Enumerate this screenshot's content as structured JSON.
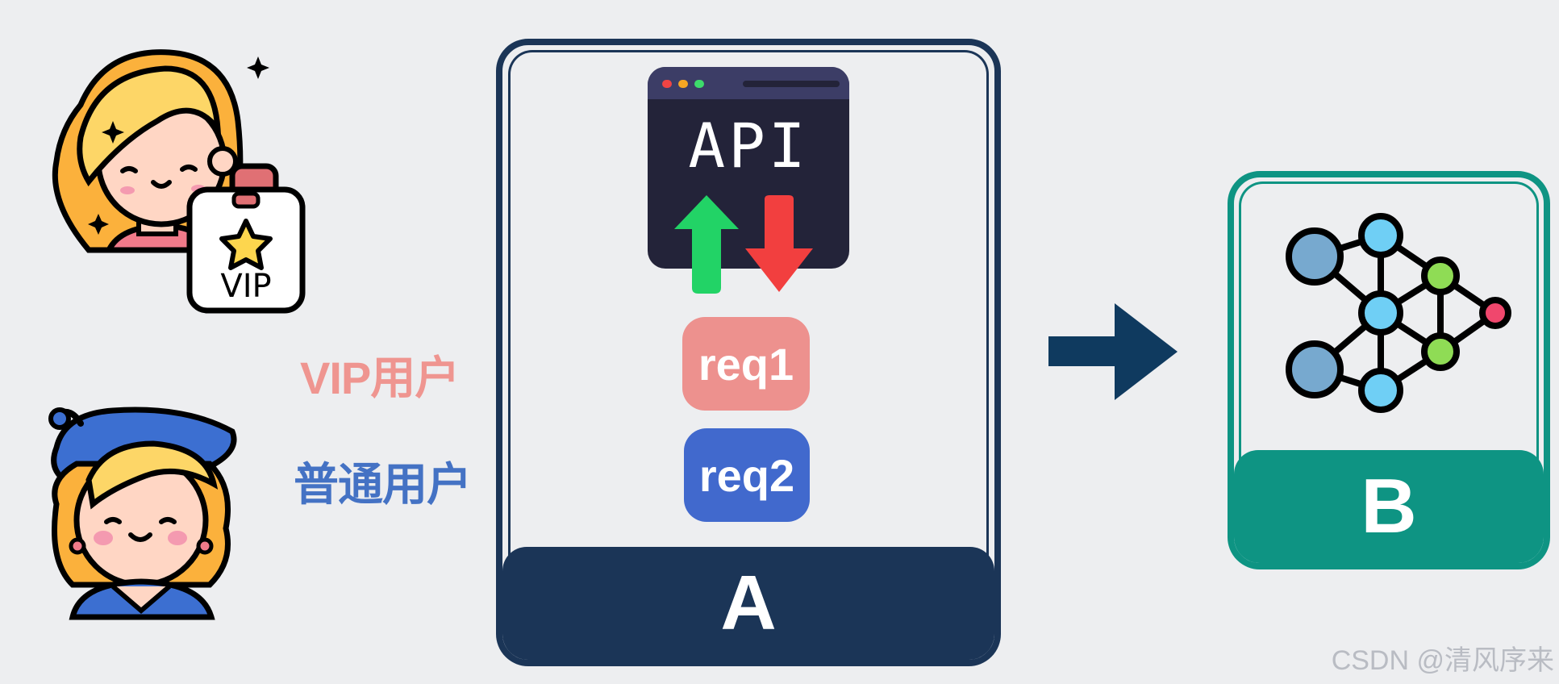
{
  "users": {
    "vip": {
      "label": "VIP用户",
      "color": "#ef9590",
      "badge_text": "VIP"
    },
    "normal": {
      "label": "普通用户",
      "color": "#4472c4"
    }
  },
  "server_a": {
    "letter": "A",
    "color": "#1b3557",
    "api_window": {
      "title": "API",
      "up_arrow_color": "#22d366",
      "down_arrow_color": "#f23f3f"
    },
    "requests": [
      {
        "label": "req1",
        "color": "#ed918e"
      },
      {
        "label": "req2",
        "color": "#4169cd"
      }
    ]
  },
  "flow_arrow": {
    "icon": "right-arrow-icon",
    "color": "#0f3a5f"
  },
  "server_b": {
    "letter": "B",
    "color": "#0e9483",
    "icon": "neural-network-icon"
  },
  "watermark": "CSDN @清风序来"
}
